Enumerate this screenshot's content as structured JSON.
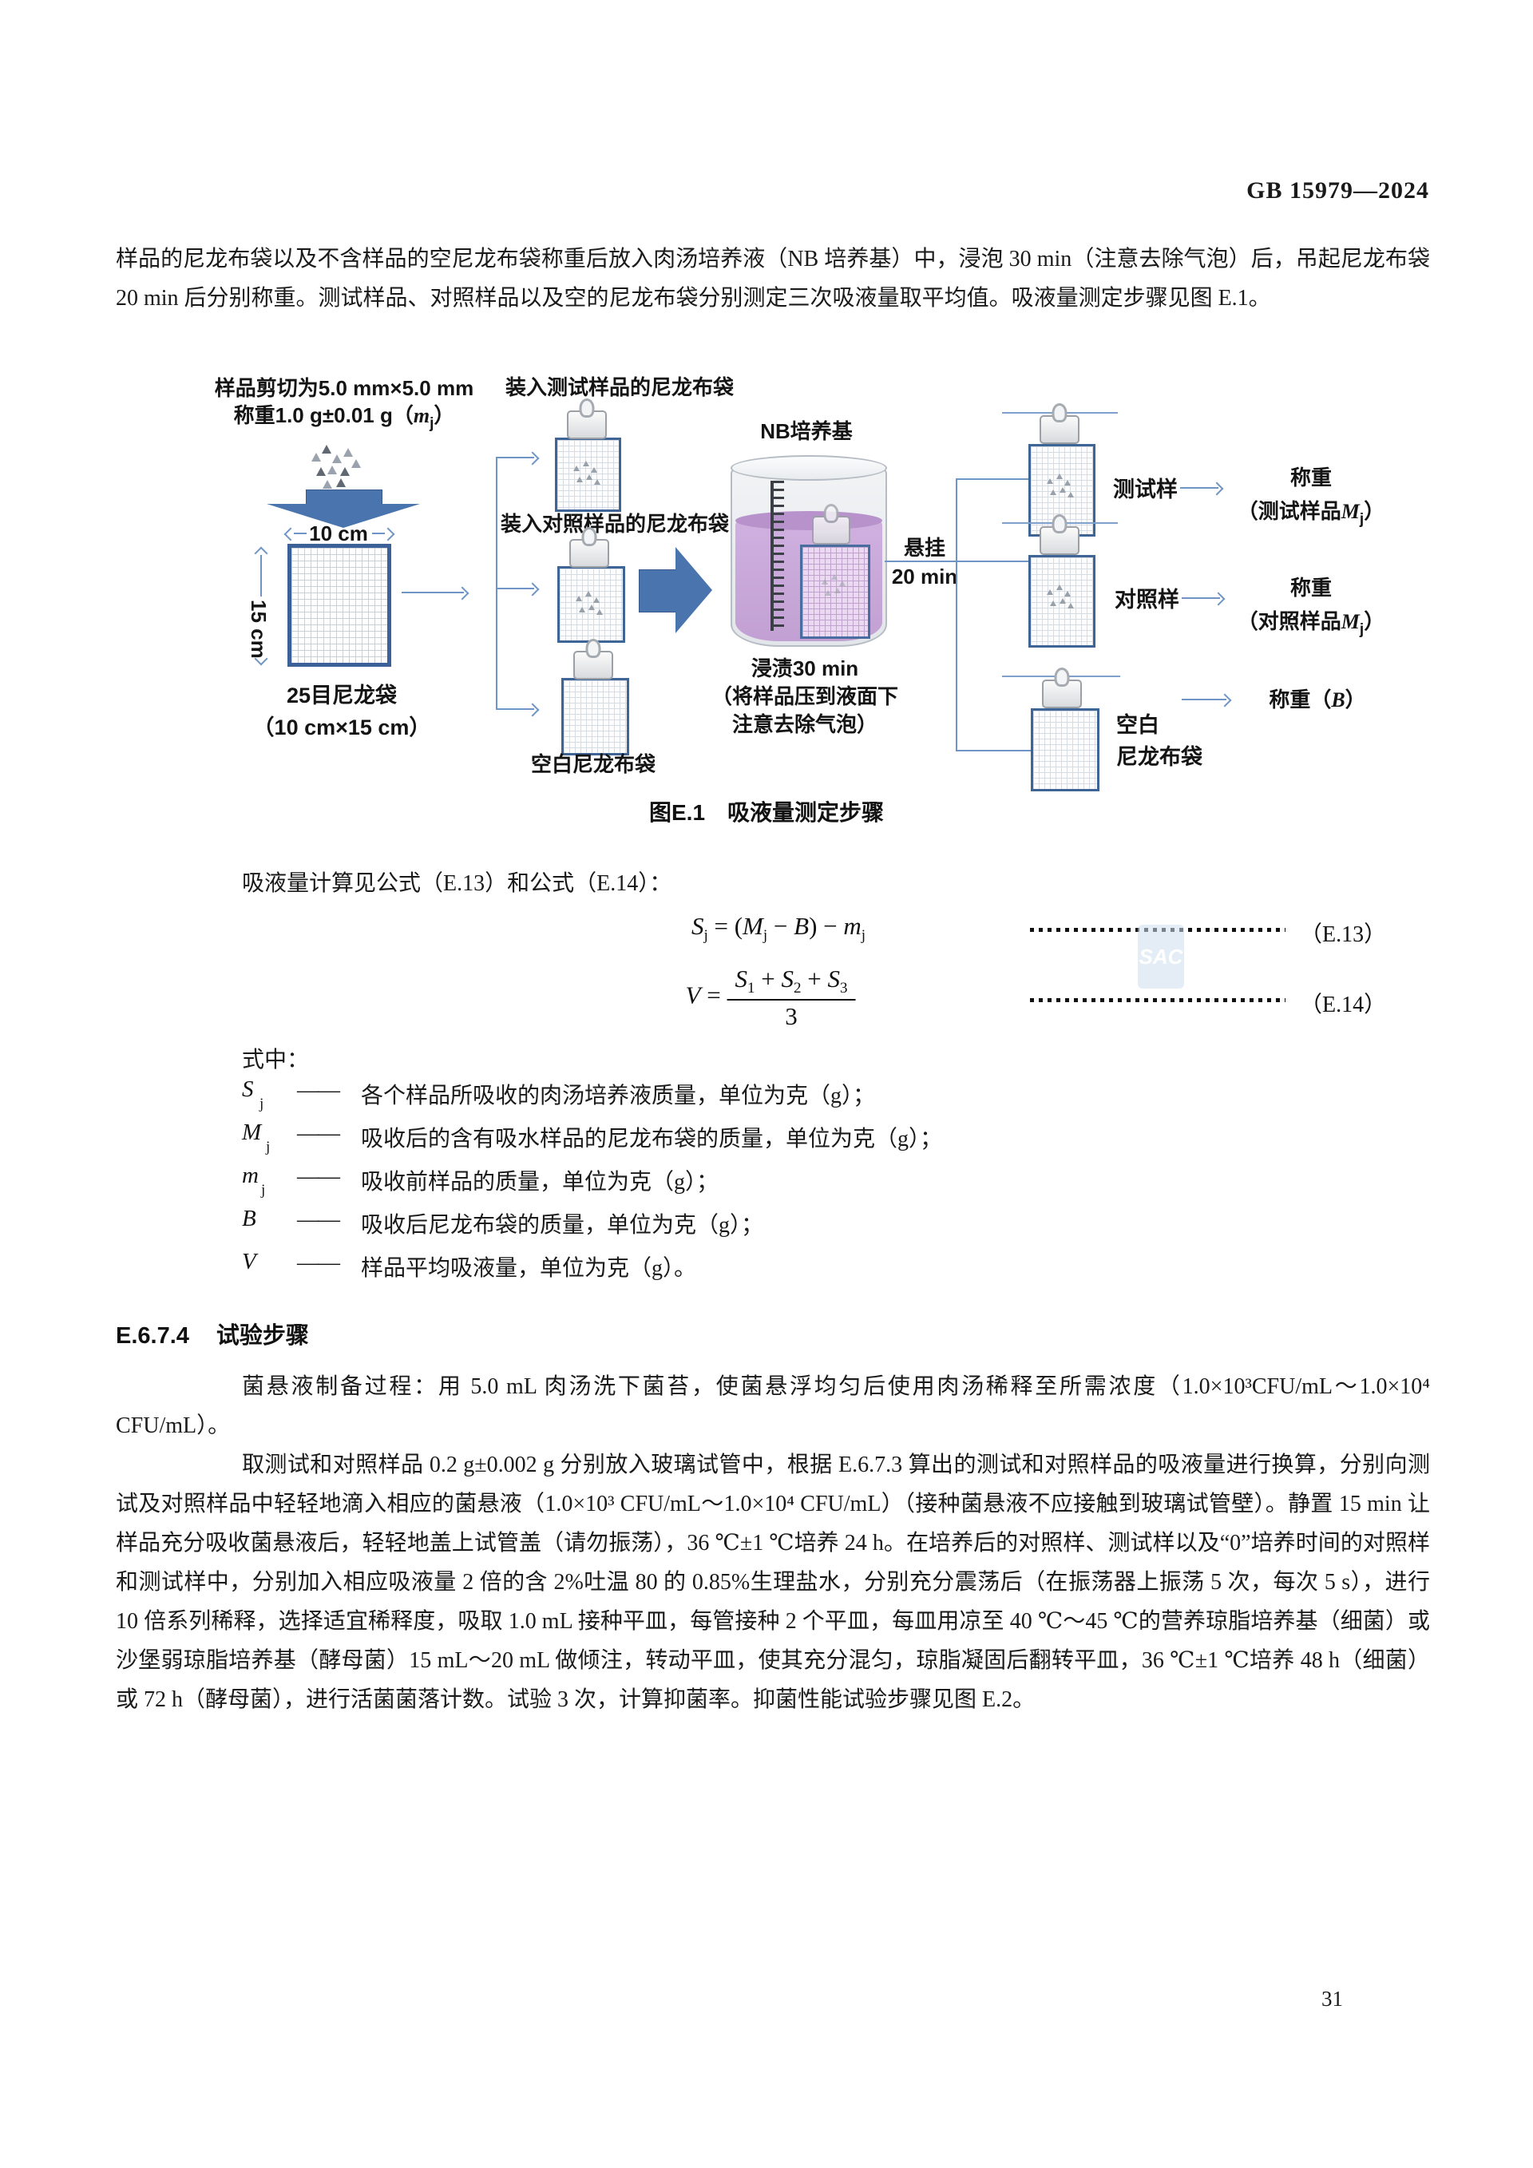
{
  "page": {
    "code": "GB 15979—2024",
    "number": "31"
  },
  "intro_paragraph": "样品的尼龙布袋以及不含样品的空尼龙布袋称重后放入肉汤培养液（NB 培养基）中，浸泡 30 min（注意去除气泡）后，吊起尼龙布袋 20 min 后分别称重。测试样品、对照样品以及空的尼龙布袋分别测定三次吸液量取平均值。吸液量测定步骤见图 E.1。",
  "figure": {
    "caption": "图E.1　吸液量测定步骤",
    "note1": "样品剪切为5.0 mm×5.0 mm",
    "note2_pre": "称重1.0 g±0.01 g（",
    "note2_var": "m",
    "note2_sub": "j",
    "note2_post": "）",
    "dim_w": "10 cm",
    "dim_h": "15 cm",
    "bag_cap1": "25目尼龙袋",
    "bag_cap2": "（10 cm×15 cm）",
    "label_test": "装入测试样品的尼龙布袋",
    "label_control": "装入对照样品的尼龙布袋",
    "label_blank": "空白尼龙布袋",
    "nb": "NB培养基",
    "soak1": "浸渍30 min",
    "soak2": "（将样品压到液面下",
    "soak3": "注意去除气泡）",
    "hang1": "悬挂",
    "hang2": "20 min",
    "r1_name": "测试样",
    "r1_weigh": "称重",
    "r1_pre": "（测试样品",
    "r1_var": "M",
    "r1_sub": "j",
    "r1_post": "）",
    "r2_name": "对照样",
    "r2_weigh": "称重",
    "r2_pre": "（对照样品",
    "r2_var": "M",
    "r2_sub": "j",
    "r2_post": "）",
    "r3_name1": "空白",
    "r3_name2": "尼龙布袋",
    "r3_pre": "称重（",
    "r3_var": "B",
    "r3_post": "）"
  },
  "formula_intro": "吸液量计算见公式（E.13）和公式（E.14）：",
  "formula_e13": {
    "v1": "S",
    "s1": "j",
    "eq": " = ",
    "open": "(",
    "v2": "M",
    "s2": "j",
    "op": " − ",
    "v3": "B",
    "close": ")",
    "op2": " − ",
    "v4": "m",
    "s4": "j",
    "num": "（E.13）"
  },
  "formula_e14": {
    "v": "V",
    "eq": " = ",
    "a": "S",
    "as": "1",
    "p1": " + ",
    "b": "S",
    "bs": "2",
    "p2": " + ",
    "c": "S",
    "cs": "3",
    "den": "3",
    "num": "（E.14）"
  },
  "where_label": "式中：",
  "definitions": [
    {
      "symbol": "S",
      "sub": "j",
      "dash": "——",
      "text": "各个样品所吸收的肉汤培养液质量，单位为克（g）；"
    },
    {
      "symbol": "M",
      "sub": "j",
      "dash": "——",
      "text": "吸收后的含有吸水样品的尼龙布袋的质量，单位为克（g）；"
    },
    {
      "symbol": "m",
      "sub": "j",
      "dash": "——",
      "text": "吸收前样品的质量，单位为克（g）；"
    },
    {
      "symbol": "B",
      "sub": "",
      "dash": "——",
      "text": "吸收后尼龙布袋的质量，单位为克（g）；"
    },
    {
      "symbol": "V",
      "sub": "",
      "dash": "——",
      "text": "样品平均吸液量，单位为克（g）。"
    }
  ],
  "section": {
    "number": "E.6.7.4",
    "title": "试验步骤"
  },
  "para1": "菌悬液制备过程：用 5.0 mL 肉汤洗下菌苔，使菌悬浮均匀后使用肉汤稀释至所需浓度（1.0×10³CFU/mL～1.0×10⁴ CFU/mL）。",
  "para2": "取测试和对照样品 0.2 g±0.002 g 分别放入玻璃试管中，根据 E.6.7.3 算出的测试和对照样品的吸液量进行换算，分别向测试及对照样品中轻轻地滴入相应的菌悬液（1.0×10³ CFU/mL～1.0×10⁴ CFU/mL）（接种菌悬液不应接触到玻璃试管壁）。静置 15 min 让样品充分吸收菌悬液后，轻轻地盖上试管盖（请勿振荡），36 ℃±1 ℃培养 24 h。在培养后的对照样、测试样以及“0”培养时间的对照样和测试样中，分别加入相应吸液量 2 倍的含 2%吐温 80 的 0.85%生理盐水，分别充分震荡后（在振荡器上振荡 5 次，每次 5 s），进行 10 倍系列稀释，选择适宜稀释度，吸取 1.0 mL 接种平皿，每管接种 2 个平皿，每皿用凉至 40 ℃～45 ℃的营养琼脂培养基（细菌）或沙堡弱琼脂培养基（酵母菌）15 mL～20 mL 做倾注，转动平皿，使其充分混匀，琼脂凝固后翻转平皿，36 ℃±1 ℃培养 48 h（细菌）或 72 h（酵母菌），进行活菌菌落计数。试验 3 次，计算抑菌率。抑菌性能试验步骤见图 E.2。",
  "watermark": "SAC",
  "colors": {
    "accent_line": "#6e95c5",
    "arrow_fill": "#4a74ad",
    "bag_border": "#3f6496",
    "liquid": "#c2a0d3",
    "glass": "#e4e7ea"
  }
}
